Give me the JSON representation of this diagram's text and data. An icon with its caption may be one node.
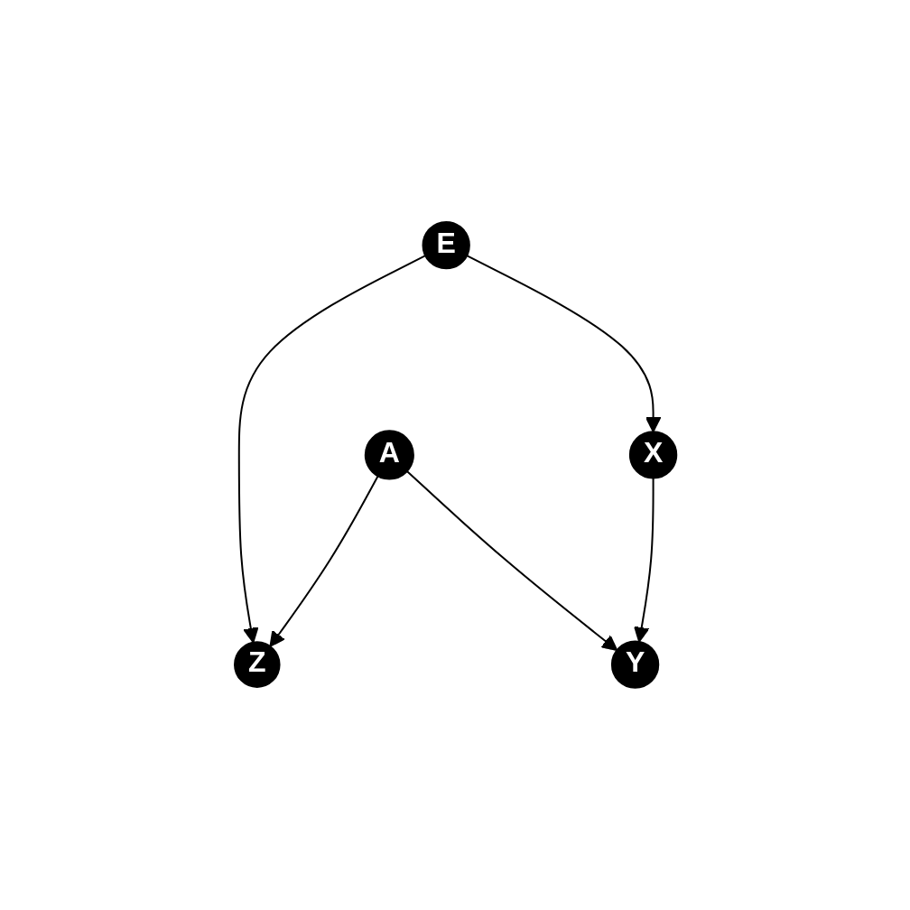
{
  "diagram": {
    "nodes": [
      {
        "text": [
          "E"
        ]
      },
      {
        "text": [
          "A"
        ]
      },
      {
        "text": [
          "Z"
        ]
      },
      {
        "text": [
          "X"
        ]
      },
      {
        "text": [
          "Y"
        ]
      }
    ],
    "edges": [
      {
        "from": 0,
        "to": 2,
        "arrow": "to"
      },
      {
        "from": 1,
        "to": 2,
        "arrow": "to"
      },
      {
        "from": 0,
        "to": 3,
        "arrow": "to"
      },
      {
        "from": 1,
        "to": 4,
        "arrow": "to"
      },
      {
        "from": 3,
        "to": 4,
        "arrow": "to"
      }
    ]
  }
}
